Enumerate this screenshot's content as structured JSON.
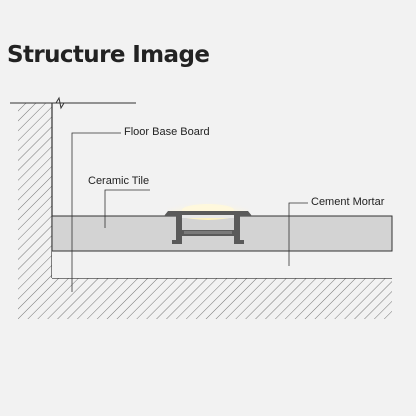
{
  "title": "Structure Image",
  "labels": {
    "floor_base_board": "Floor Base Board",
    "ceramic_tile": "Ceramic Tile",
    "cement_mortar": "Cement Mortar"
  },
  "colors": {
    "background": "#f2f2f2",
    "tile": "#d3d3d3",
    "lines": "#333333",
    "hatch": "#555555",
    "profile": "#5a5a5a",
    "glow": "#fff3c4"
  }
}
